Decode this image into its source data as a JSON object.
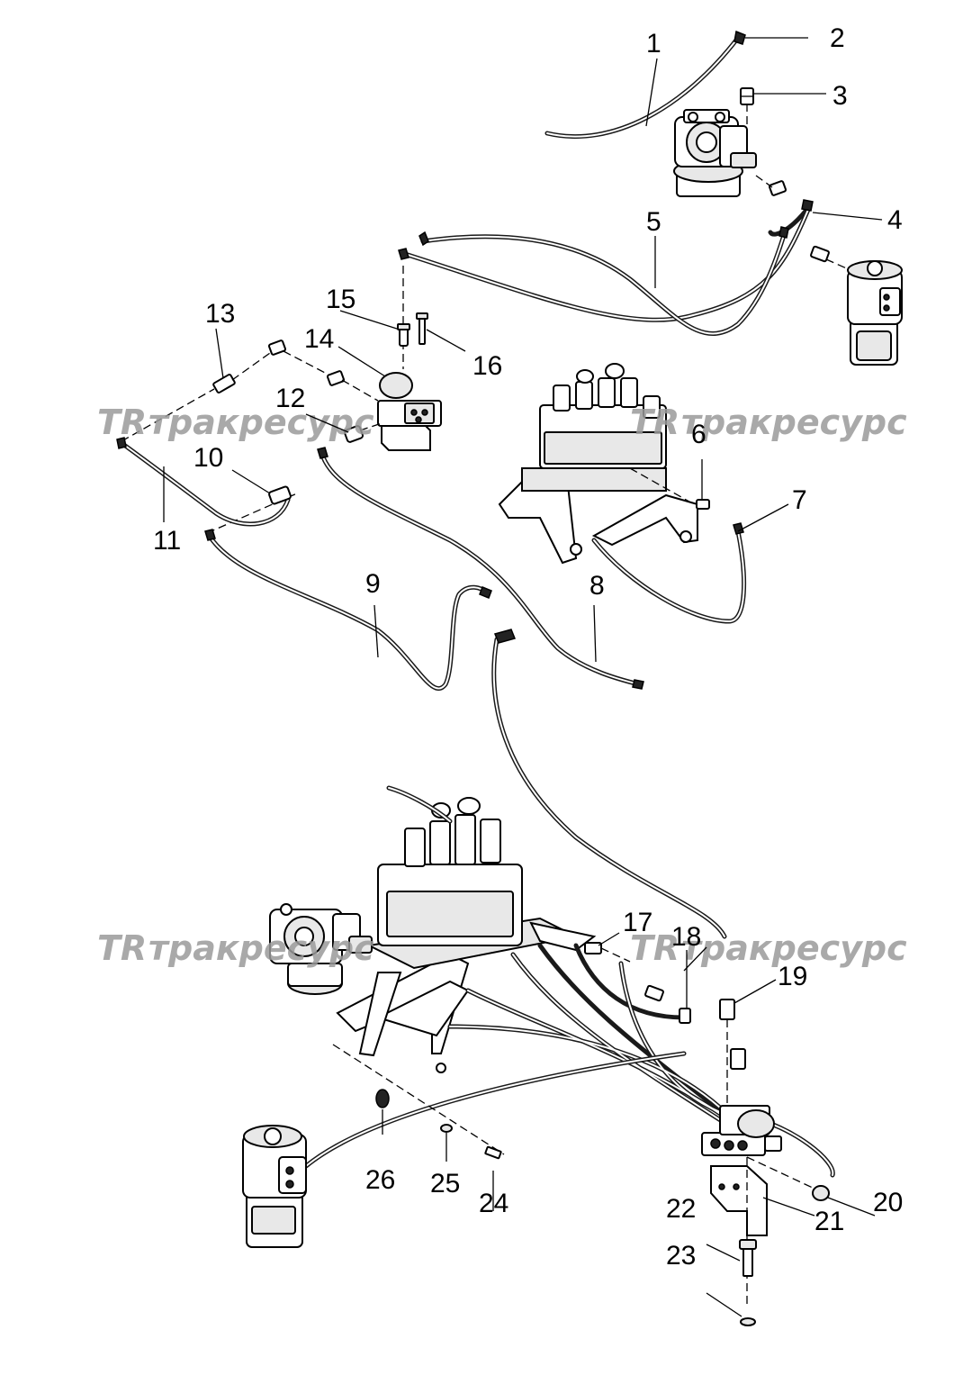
{
  "watermark": {
    "logo_text": "TR",
    "text": "тракресурс"
  },
  "callouts": [
    "1",
    "2",
    "3",
    "4",
    "5",
    "6",
    "7",
    "8",
    "9",
    "10",
    "11",
    "12",
    "13",
    "14",
    "15",
    "16",
    "17",
    "18",
    "19",
    "20",
    "21",
    "22",
    "23",
    "24",
    "25",
    "26"
  ]
}
